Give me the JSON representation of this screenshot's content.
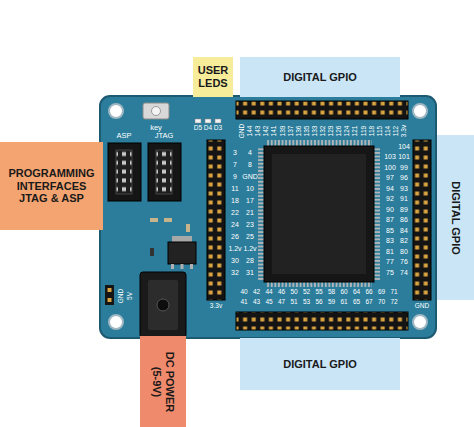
{
  "diagram": {
    "nodes": [
      {
        "text": [
          "USER LEDS"
        ]
      },
      {
        "text": [
          "DIGITAL GPIO"
        ]
      },
      {
        "text": [
          "PROGRAMMING INTERFACES JTAG & ASP"
        ]
      },
      {
        "text": [
          "DIGITAL GPIO"
        ]
      },
      {
        "text": [
          "DIGITAL GPIO"
        ]
      },
      {
        "text": [
          "DC POWER (5-9V)"
        ]
      }
    ],
    "labels": [
      "key",
      "ASP",
      "JTAG",
      "D5",
      "D4",
      "D3",
      "3.3v",
      "GND",
      "GND",
      "5V",
      "104",
      "GND",
      "144",
      "143",
      "142",
      "141",
      "139",
      "137",
      "136",
      "135",
      "133",
      "132",
      "129",
      "126",
      "124",
      "121",
      "119",
      "118",
      "115",
      "114",
      "112",
      "3.3v",
      "3",
      "4",
      "7",
      "8",
      "9",
      "GND",
      "11",
      "10",
      "18",
      "17",
      "22",
      "21",
      "24",
      "23",
      "26",
      "25",
      "1.2v",
      "1.2v",
      "30",
      "28",
      "32",
      "31",
      "103",
      "101",
      "100",
      "99",
      "97",
      "96",
      "94",
      "93",
      "92",
      "91",
      "90",
      "89",
      "87",
      "86",
      "85",
      "84",
      "83",
      "82",
      "81",
      "80",
      "77",
      "76",
      "75",
      "74",
      "40",
      "42",
      "44",
      "46",
      "50",
      "52",
      "55",
      "58",
      "60",
      "64",
      "66",
      "69",
      "71",
      "41",
      "43",
      "45",
      "47",
      "51",
      "53",
      "56",
      "59",
      "61",
      "65",
      "67",
      "70",
      "72"
    ]
  }
}
